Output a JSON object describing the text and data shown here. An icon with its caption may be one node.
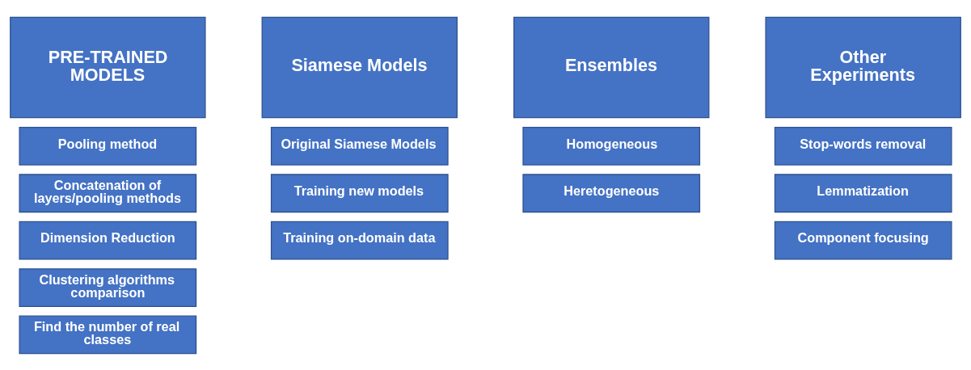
{
  "diagram": {
    "nodes": [
      {
        "text": [
          "PRE-TRAINED MODELS"
        ]
      },
      {
        "text": [
          "Pooling method"
        ]
      },
      {
        "text": [
          "Concatenation of layers/pooling methods"
        ]
      },
      {
        "text": [
          "Dimension Reduction"
        ]
      },
      {
        "text": [
          "Clustering algorithms comparison"
        ]
      },
      {
        "text": [
          "Find the number of real classes"
        ]
      },
      {
        "text": [
          "Siamese Models"
        ]
      },
      {
        "text": [
          "Original Siamese Models"
        ]
      },
      {
        "text": [
          "Training new models"
        ]
      },
      {
        "text": [
          "Training on-domain data"
        ]
      },
      {
        "text": [
          "Ensembles"
        ]
      },
      {
        "text": [
          "Homogeneous"
        ]
      },
      {
        "text": [
          "Heretogeneous"
        ]
      },
      {
        "text": [
          "Other Experiments"
        ]
      },
      {
        "text": [
          "Stop-words removal"
        ]
      },
      {
        "text": [
          "Lemmatization"
        ]
      },
      {
        "text": [
          "Component focusing"
        ]
      }
    ],
    "edges": []
  }
}
